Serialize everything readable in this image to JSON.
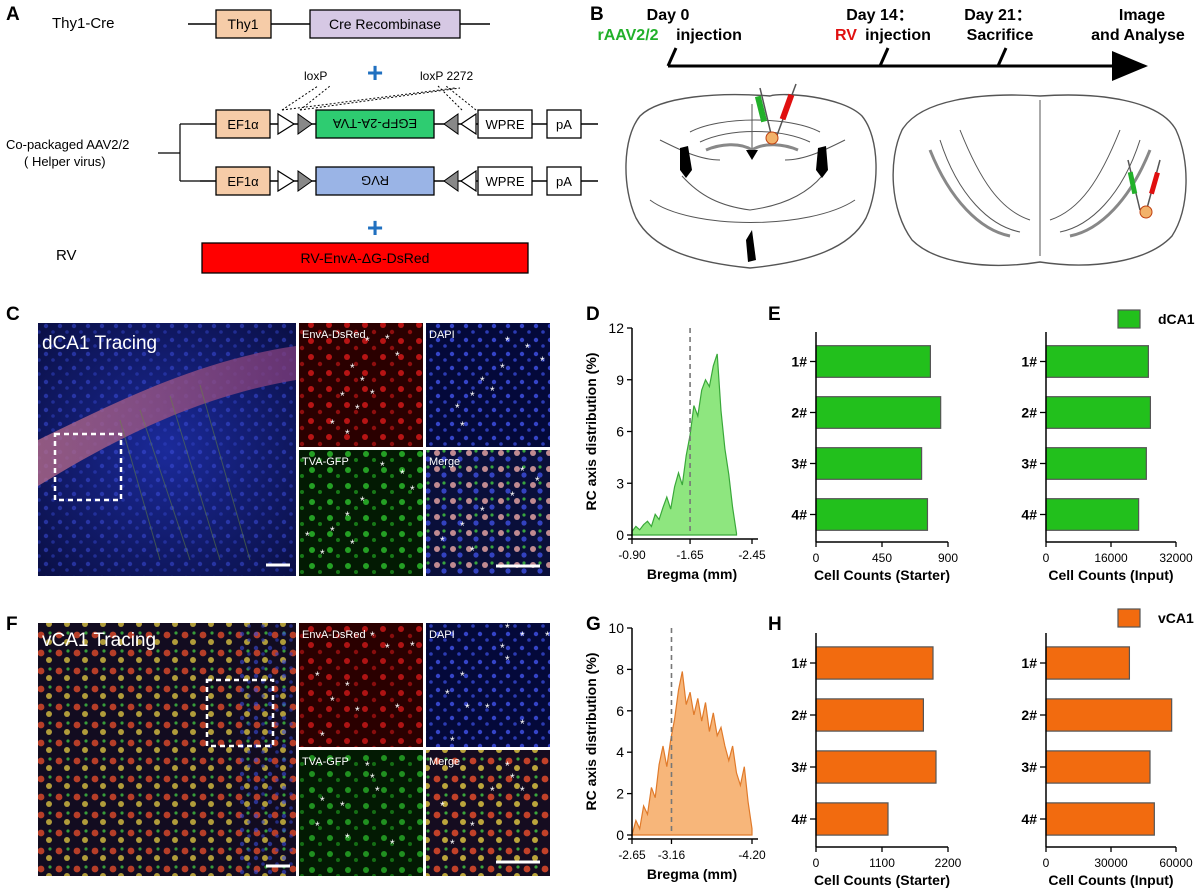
{
  "panels": {
    "A": "A",
    "B": "B",
    "C": "C",
    "D": "D",
    "E": "E",
    "F": "F",
    "G": "G",
    "H": "H"
  },
  "construct": {
    "thy1cre_label": "Thy1-Cre",
    "thy1_box": "Thy1",
    "cre_box": "Cre Recombinase",
    "plus": "+",
    "loxp": "loxP",
    "loxp2272": "loxP 2272",
    "helper_label_1": "Co-packaged AAV2/2",
    "helper_label_2": "( Helper virus)",
    "ef1a": "EF1α",
    "egfp_box": "EGFP-2A-TVA",
    "rvg_box": "RVG",
    "wpre": "WPRE",
    "pa": "pA",
    "rv_label": "RV",
    "rv_box": "RV-EnvA-ΔG-DsRed"
  },
  "timeline": {
    "day0": "Day 0",
    "raav": "rAAV2/2",
    "injection1": "injection",
    "day14": "Day 14：",
    "rv": "RV",
    "injection2": "injection",
    "day21": "Day 21：",
    "sacrifice": "Sacrifice",
    "image1": "Image",
    "image2": "and Analyse"
  },
  "micro": {
    "dca1_title": "dCA1 Tracing",
    "vca1_title": "vCA1 Tracing",
    "envadsred": "EnvA-DsRed",
    "dapi": "DAPI",
    "tvagfp": "TVA-GFP",
    "merge": "Merge",
    "star": "*"
  },
  "colors": {
    "green_bar": "#22c01c",
    "orange_bar": "#f26b0f",
    "green_area": "#8ee67f",
    "orange_area": "#f7b67a",
    "raav_text": "#22b02a",
    "rv_text": "#e01010"
  },
  "chart_data": [
    {
      "id": "D",
      "type": "area",
      "ylabel": "RC axis distribution (%)",
      "xlabel": "Bregma (mm)",
      "ylim": [
        0,
        12
      ],
      "yticks": [
        "0",
        "3",
        "6",
        "9",
        "12"
      ],
      "xticks": [
        "-0.90",
        "-1.65",
        "-2.45"
      ],
      "xrange": [
        -0.9,
        -2.45
      ],
      "marker_line": -1.65,
      "x": [
        -0.9,
        -0.95,
        -1.0,
        -1.05,
        -1.1,
        -1.15,
        -1.2,
        -1.25,
        -1.3,
        -1.35,
        -1.4,
        -1.45,
        -1.5,
        -1.55,
        -1.6,
        -1.65,
        -1.7,
        -1.75,
        -1.8,
        -1.85,
        -1.9,
        -1.95,
        -2.0,
        -2.05,
        -2.1,
        -2.15,
        -2.2,
        -2.25
      ],
      "y": [
        0.2,
        0.5,
        0.3,
        0.6,
        0.8,
        0.5,
        1.2,
        0.9,
        1.6,
        2.2,
        1.5,
        2.8,
        3.6,
        2.9,
        4.6,
        5.8,
        7.5,
        6.9,
        8.4,
        9.0,
        8.6,
        9.8,
        10.5,
        7.2,
        5.0,
        3.5,
        1.6,
        0.1
      ]
    },
    {
      "id": "E1",
      "type": "bar",
      "orientation": "horizontal",
      "categories": [
        "1#",
        "2#",
        "3#",
        "4#"
      ],
      "values": [
        780,
        850,
        720,
        760
      ],
      "xlim": [
        0,
        900
      ],
      "xticks": [
        "0",
        "450",
        "900"
      ],
      "xlabel": "Cell Counts (Starter)"
    },
    {
      "id": "E2",
      "type": "bar",
      "orientation": "horizontal",
      "categories": [
        "1#",
        "2#",
        "3#",
        "4#"
      ],
      "values": [
        25200,
        25700,
        24700,
        22800
      ],
      "xlim": [
        0,
        32000
      ],
      "xticks": [
        "0",
        "16000",
        "32000"
      ],
      "xlabel": "Cell Counts (Input)",
      "legend": "dCA1"
    },
    {
      "id": "G",
      "type": "area",
      "ylabel": "RC axis distribution (%)",
      "xlabel": "Bregma (mm)",
      "ylim": [
        0,
        10
      ],
      "yticks": [
        "0",
        "2",
        "4",
        "6",
        "8",
        "10"
      ],
      "xticks": [
        "-2.65",
        "-3.16",
        "-4.20"
      ],
      "xrange": [
        -2.65,
        -4.2
      ],
      "marker_line": -3.16,
      "x": [
        -2.65,
        -2.7,
        -2.75,
        -2.8,
        -2.85,
        -2.9,
        -2.95,
        -3.0,
        -3.05,
        -3.1,
        -3.15,
        -3.2,
        -3.25,
        -3.3,
        -3.35,
        -3.4,
        -3.45,
        -3.5,
        -3.55,
        -3.6,
        -3.65,
        -3.7,
        -3.75,
        -3.8,
        -3.85,
        -3.9,
        -3.95,
        -4.0,
        -4.05,
        -4.1,
        -4.15,
        -4.2
      ],
      "y": [
        0.0,
        0.7,
        0.3,
        1.4,
        1.0,
        2.3,
        1.8,
        3.4,
        4.3,
        3.3,
        4.6,
        5.6,
        7.0,
        7.9,
        6.3,
        6.9,
        5.8,
        6.6,
        5.5,
        6.4,
        5.0,
        5.9,
        4.8,
        5.2,
        4.3,
        3.6,
        4.3,
        3.0,
        2.4,
        3.3,
        1.6,
        0.3
      ]
    },
    {
      "id": "H1",
      "type": "bar",
      "orientation": "horizontal",
      "categories": [
        "1#",
        "2#",
        "3#",
        "4#"
      ],
      "values": [
        1950,
        1790,
        2000,
        1200
      ],
      "xlim": [
        0,
        2200
      ],
      "xticks": [
        "0",
        "1100",
        "2200"
      ],
      "xlabel": "Cell Counts (Starter)"
    },
    {
      "id": "H2",
      "type": "bar",
      "orientation": "horizontal",
      "categories": [
        "1#",
        "2#",
        "3#",
        "4#"
      ],
      "values": [
        38500,
        58000,
        48000,
        50000
      ],
      "xlim": [
        0,
        60000
      ],
      "xticks": [
        "0",
        "30000",
        "60000"
      ],
      "xlabel": "Cell Counts (Input)",
      "legend": "vCA1"
    }
  ]
}
